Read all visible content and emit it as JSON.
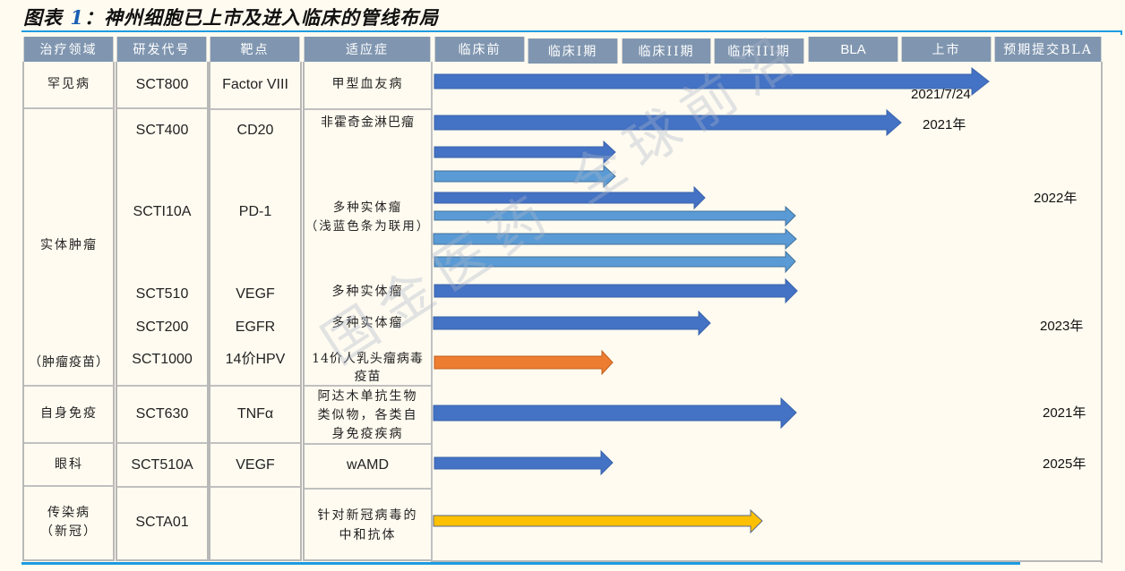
{
  "title": {
    "prefix": "图表 ",
    "number": "1",
    "text": "：神州细胞已上市及进入临床的管线布局"
  },
  "headers": [
    "治疗领域",
    "研发代号",
    "靶点",
    "适应症",
    "临床前",
    "临床I期",
    "临床II期",
    "临床III期",
    "BLA",
    "上市",
    "预期提交BLA"
  ],
  "areas": [
    {
      "label": "罕见病"
    },
    {
      "label": "实体肿瘤"
    },
    {
      "label": "（肿瘤疫苗）"
    },
    {
      "label": "自身免疫"
    },
    {
      "label": "眼科"
    },
    {
      "label": "传染病\n（新冠）"
    }
  ],
  "rows": [
    {
      "code": "SCT800",
      "target": "Factor VIII",
      "indication": "甲型血友病"
    },
    {
      "code": "SCT400",
      "target": "CD20",
      "indication": "非霍奇金淋巴瘤"
    },
    {
      "code": "SCTI10A",
      "target": "PD-1",
      "indication": "多种实体瘤\n（浅蓝色条为联用）"
    },
    {
      "code": "SCT510",
      "target": "VEGF",
      "indication": "多种实体瘤"
    },
    {
      "code": "SCT200",
      "target": "EGFR",
      "indication": "多种实体瘤"
    },
    {
      "code": "SCT1000",
      "target": "14价HPV",
      "indication": "14价人乳头瘤病毒\n疫苗"
    },
    {
      "code": "SCT630",
      "target": "TNFα",
      "indication": "阿达木单抗生物\n类似物，各类自\n身免疫疾病"
    },
    {
      "code": "SCT510A",
      "target": "VEGF",
      "indication": "wAMD"
    },
    {
      "code": "SCTA01",
      "target": "",
      "indication": "针对新冠病毒的\n中和抗体"
    }
  ],
  "year_labels": {
    "sct800": "2021/7/24",
    "sct400": "2021年",
    "scti10a": "2022年",
    "sct200": "2023年",
    "sct630": "2021年",
    "sct510a": "2025年"
  },
  "watermark": "国金医药 全球前沿",
  "colors": {
    "header_bg": "#8096b0",
    "arrow_dark_blue": "#4472c4",
    "arrow_light_blue": "#5b9bd5",
    "arrow_orange": "#ed7d31",
    "arrow_yellow": "#ffc000",
    "rule": "#1e9be0",
    "background": "#fffbf0"
  },
  "chart_data": {
    "type": "table",
    "title": "图表 1：神州细胞已上市及进入临床的管线布局",
    "stages": [
      "临床前",
      "临床I期",
      "临床II期",
      "临床III期",
      "BLA",
      "上市"
    ],
    "pipeline": [
      {
        "area": "罕见病",
        "code": "SCT800",
        "target": "Factor VIII",
        "indication": "甲型血友病",
        "stage": "上市",
        "color": "dark_blue",
        "label": "2021/7/24"
      },
      {
        "area": "实体肿瘤",
        "code": "SCT400",
        "target": "CD20",
        "indication": "非霍奇金淋巴瘤",
        "stage": "BLA",
        "color": "dark_blue",
        "label": "2021年"
      },
      {
        "area": "实体肿瘤",
        "code": "SCTI10A",
        "target": "PD-1",
        "indication": "多种实体瘤",
        "stage": "临床I期",
        "color": "dark_blue"
      },
      {
        "area": "实体肿瘤",
        "code": "SCTI10A",
        "target": "PD-1",
        "indication": "多种实体瘤（联用）",
        "stage": "临床I期",
        "color": "light_blue"
      },
      {
        "area": "实体肿瘤",
        "code": "SCTI10A",
        "target": "PD-1",
        "indication": "多种实体瘤",
        "stage": "临床II期",
        "color": "dark_blue"
      },
      {
        "area": "实体肿瘤",
        "code": "SCTI10A",
        "target": "PD-1",
        "indication": "多种实体瘤（联用）",
        "stage": "临床III期",
        "color": "light_blue",
        "label": "2022年"
      },
      {
        "area": "实体肿瘤",
        "code": "SCTI10A",
        "target": "PD-1",
        "indication": "多种实体瘤（联用）",
        "stage": "临床III期",
        "color": "light_blue"
      },
      {
        "area": "实体肿瘤",
        "code": "SCTI10A",
        "target": "PD-1",
        "indication": "多种实体瘤（联用）",
        "stage": "临床III期",
        "color": "light_blue"
      },
      {
        "area": "实体肿瘤",
        "code": "SCT510",
        "target": "VEGF",
        "indication": "多种实体瘤",
        "stage": "临床III期",
        "color": "dark_blue"
      },
      {
        "area": "实体肿瘤",
        "code": "SCT200",
        "target": "EGFR",
        "indication": "多种实体瘤",
        "stage": "临床II期",
        "color": "dark_blue",
        "label": "2023年"
      },
      {
        "area": "（肿瘤疫苗）",
        "code": "SCT1000",
        "target": "14价HPV",
        "indication": "14价人乳头瘤病毒疫苗",
        "stage": "临床I期",
        "color": "orange"
      },
      {
        "area": "自身免疫",
        "code": "SCT630",
        "target": "TNFα",
        "indication": "阿达木单抗生物类似物，各类自身免疫疾病",
        "stage": "临床III期",
        "color": "dark_blue",
        "label": "2021年"
      },
      {
        "area": "眼科",
        "code": "SCT510A",
        "target": "VEGF",
        "indication": "wAMD",
        "stage": "临床I期",
        "color": "dark_blue",
        "label": "2025年"
      },
      {
        "area": "传染病（新冠）",
        "code": "SCTA01",
        "target": "",
        "indication": "针对新冠病毒的中和抗体",
        "stage": "临床III期",
        "color": "yellow"
      }
    ]
  }
}
